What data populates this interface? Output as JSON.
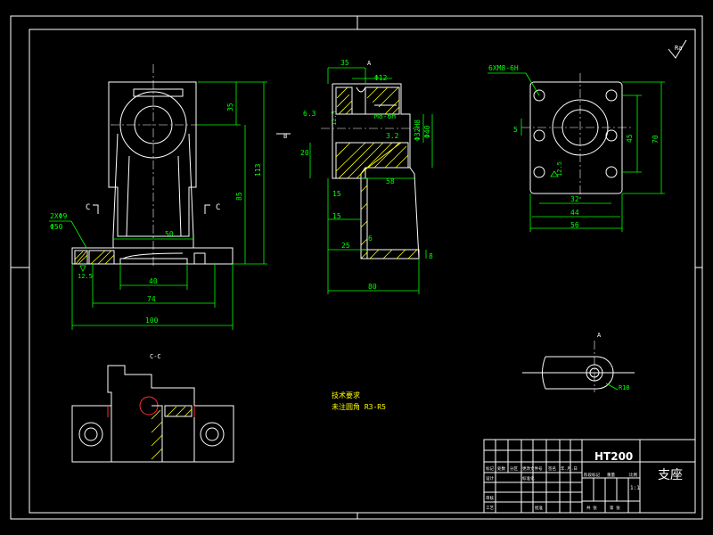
{
  "drawing": {
    "material": "HT200",
    "part_name": "支座",
    "tech_requirements": [
      "技术要求",
      "未注圆角 R3-R5"
    ],
    "roughness_label": "Ra",
    "section_marks": [
      "C",
      "C",
      "C-C",
      "A",
      "B",
      "A"
    ],
    "front_view_dims": [
      "113",
      "35",
      "85",
      "50",
      "40",
      "74",
      "100",
      "2XΦ9",
      "Φ50",
      "12.5"
    ],
    "side_view_dims": [
      "35",
      "Φ12",
      "M8-6H",
      "Φ32H8",
      "Φ40",
      "20",
      "3.2",
      "58",
      "15",
      "25",
      "6",
      "8",
      "80",
      "6.3",
      "12.5",
      "15"
    ],
    "top_view_dims": [
      "6XM8-6H",
      "5",
      "32",
      "44",
      "56",
      "45",
      "70",
      "12.5"
    ],
    "detail_dims": [
      "R18"
    ],
    "title_block": {
      "labels": [
        "标记",
        "处数",
        "分区",
        "更改文件号",
        "签名",
        "年.月.日",
        "设计",
        "标准化",
        "阶段标记",
        "重量",
        "比例",
        "审核",
        "工艺",
        "批准",
        "共 张",
        "第 张"
      ],
      "scale": "1:1"
    }
  }
}
